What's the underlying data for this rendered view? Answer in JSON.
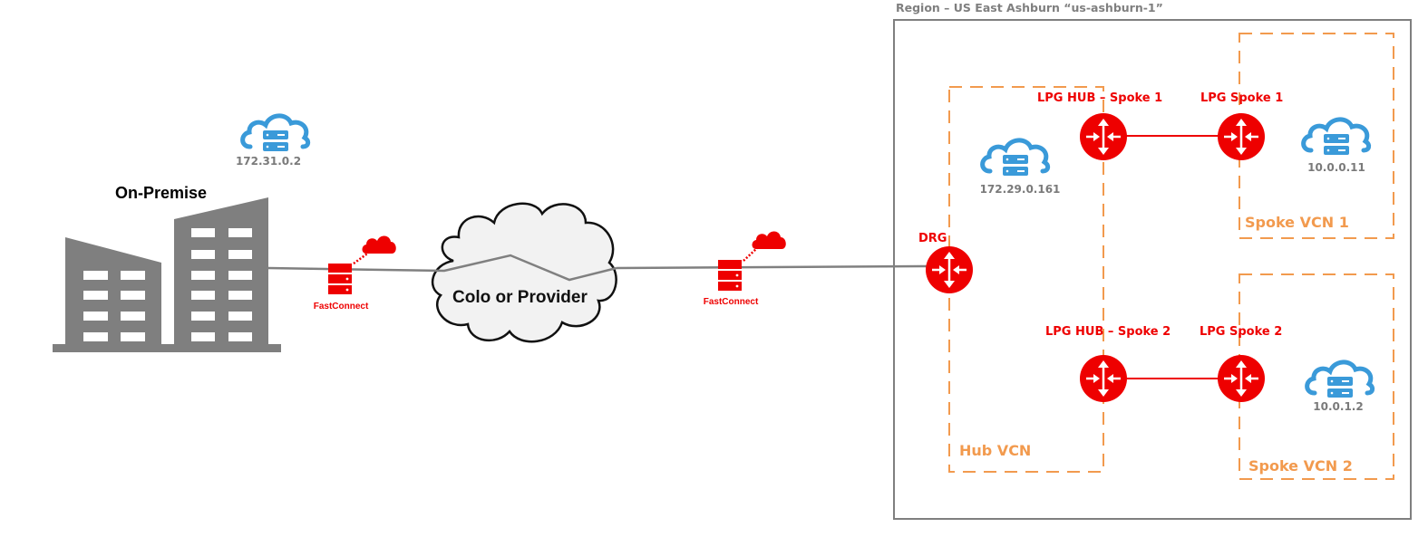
{
  "region": {
    "title": "Region – US East Ashburn “us-ashburn-1”"
  },
  "on_premise": {
    "label": "On-Premise",
    "host_ip": "172.31.0.2"
  },
  "colo": {
    "label": "Colo or Provider"
  },
  "fastconnect": [
    {
      "label": "FastConnect"
    },
    {
      "label": "FastConnect"
    }
  ],
  "gateways": {
    "drg": "DRG",
    "lpg_hub_spoke1": "LPG HUB – Spoke 1",
    "lpg_spoke1": "LPG Spoke 1",
    "lpg_hub_spoke2": "LPG HUB – Spoke 2",
    "lpg_spoke2": "LPG Spoke 2"
  },
  "vcns": {
    "hub": {
      "label": "Hub VCN",
      "host_ip": "172.29.0.161"
    },
    "spoke1": {
      "label": "Spoke VCN 1",
      "host_ip": "10.0.0.11"
    },
    "spoke2": {
      "label": "Spoke VCN 2",
      "host_ip": "10.0.1.2"
    }
  },
  "colors": {
    "router_red": "#ee0000",
    "vcn_orange": "#f29a4e",
    "cloud_blue": "#3a9ad9",
    "building_gray": "#7f7f7f",
    "link_gray": "#808080"
  }
}
